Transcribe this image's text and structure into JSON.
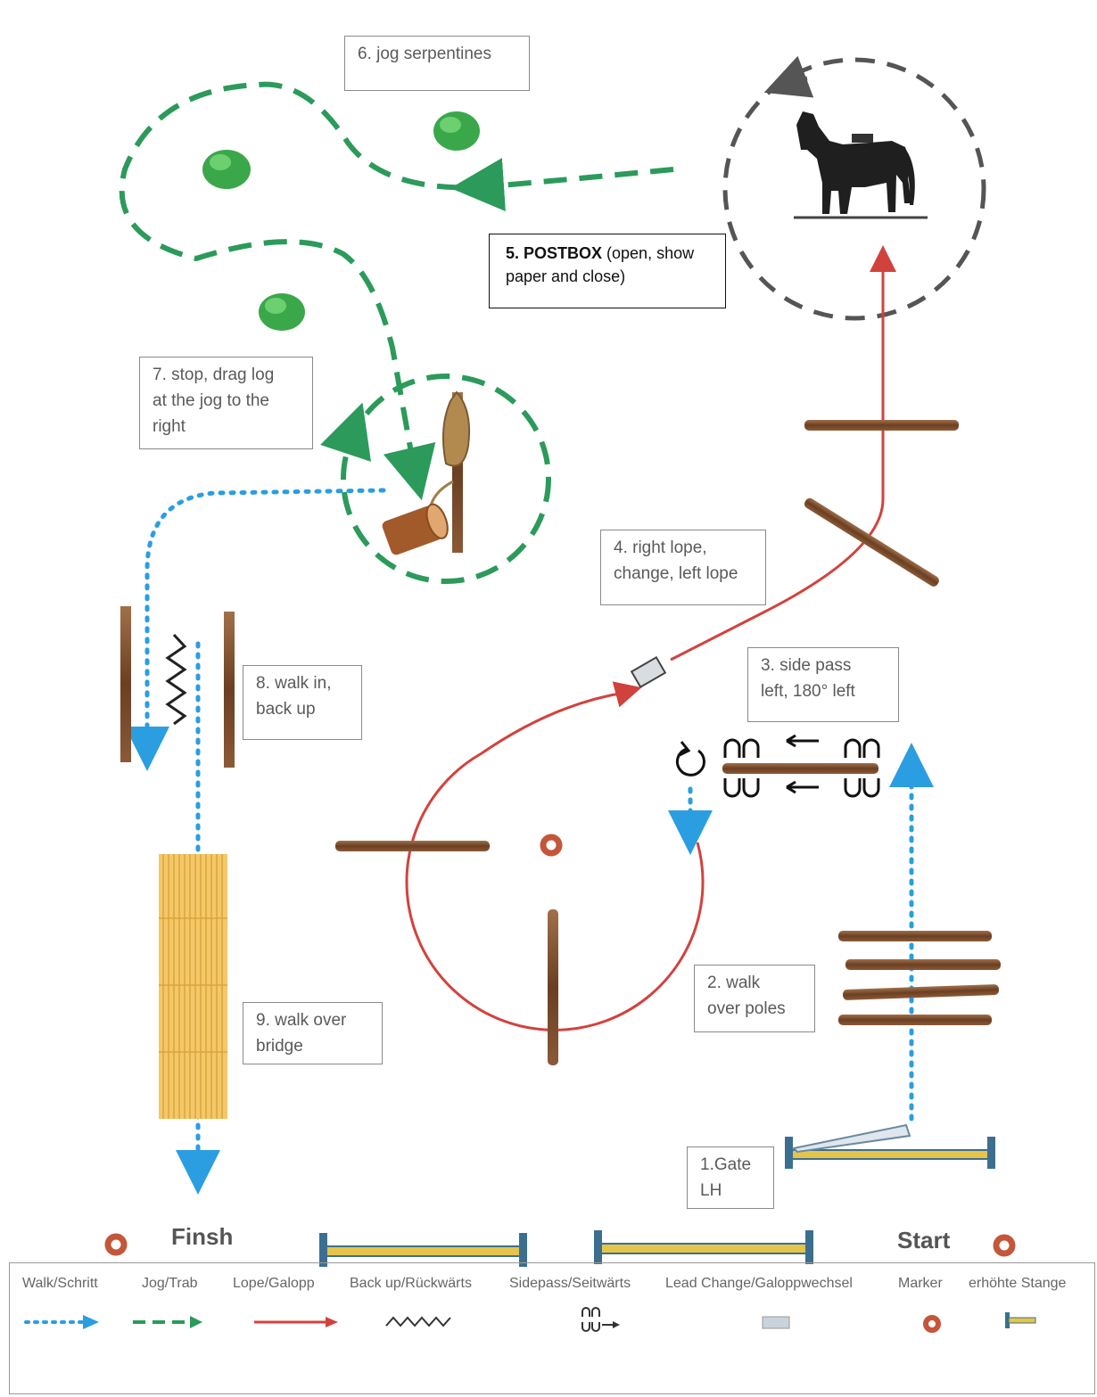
{
  "labels": {
    "step1": [
      "1.Gate",
      "LH"
    ],
    "step2": [
      "2. walk",
      "over poles"
    ],
    "step3": [
      "3. side pass",
      "left, 180° left"
    ],
    "step4": [
      "4. right lope,",
      "change, left lope"
    ],
    "step5_bold": "5. POSTBOX",
    "step5_rest": " (open, show paper and close)",
    "step6": [
      "6. jog serpentines"
    ],
    "step7": [
      "7. stop, drag log",
      "at the jog to the",
      "right"
    ],
    "step8": [
      "8. walk in,",
      "back up"
    ],
    "step9": [
      "9. walk over",
      "bridge"
    ]
  },
  "finish_label": "Finsh",
  "start_label": "Start",
  "legend": [
    {
      "label": "Walk/Schritt",
      "symbol": "walk-arrow"
    },
    {
      "label": "Jog/Trab",
      "symbol": "jog-arrow"
    },
    {
      "label": "Lope/Galopp",
      "symbol": "lope-arrow"
    },
    {
      "label": "Back up/Rückwärts",
      "symbol": "zigzag"
    },
    {
      "label": "Sidepass/Seitwärts",
      "symbol": "sidepass"
    },
    {
      "label": "Lead Change/Galoppwechsel",
      "symbol": "lead-change-box"
    },
    {
      "label": "Marker",
      "symbol": "marker-ring"
    },
    {
      "label": "erhöhte Stange",
      "symbol": "raised-pole"
    }
  ],
  "colors": {
    "walk": "#2a9ee0",
    "jog": "#2b9a5a",
    "lope": "#d2423d",
    "pole": "#7b4a2c",
    "circle": "#555555",
    "bush": "#3aa84a",
    "marker": "#c4563a",
    "gate_yellow": "#e5c44a",
    "gate_blue": "#3c6f8f"
  }
}
